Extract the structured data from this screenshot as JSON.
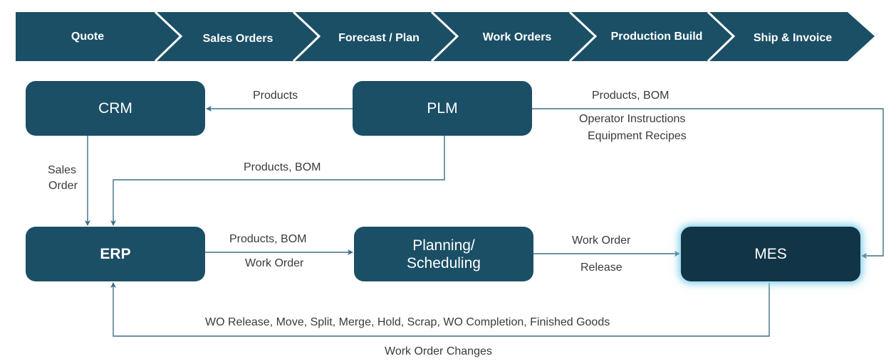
{
  "process_steps": [
    {
      "label": "Quote"
    },
    {
      "label": "Sales Orders"
    },
    {
      "label": "Forecast / Plan"
    },
    {
      "label": "Work Orders"
    },
    {
      "label": "Production Build"
    },
    {
      "label": "Ship & Invoice"
    }
  ],
  "systems": {
    "crm": "CRM",
    "plm": "PLM",
    "erp": "ERP",
    "planning_line1": "Planning/",
    "planning_line2": "Scheduling",
    "mes": "MES"
  },
  "flows": {
    "plm_to_crm": "Products",
    "plm_to_mes_1": "Products, BOM",
    "plm_to_mes_2": "Operator Instructions",
    "plm_to_mes_3": "Equipment Recipes",
    "crm_to_erp_1": "Sales",
    "crm_to_erp_2": "Order",
    "plm_to_erp": "Products, BOM",
    "erp_to_planning_1": "Products, BOM",
    "erp_to_planning_2": "Work Order",
    "planning_to_mes_1": "Work Order",
    "planning_to_mes_2": "Release",
    "mes_to_erp_1": "WO Release, Move, Split, Merge, Hold, Scrap, WO Completion, Finished Goods",
    "mes_to_erp_2": "Work Order Changes"
  },
  "colors": {
    "chevron_fill": "#1b4f66",
    "box_fill": "#1b4f66",
    "mes_fill": "#113446",
    "connector": "#3d6e85",
    "text": "#3a3a3a"
  }
}
